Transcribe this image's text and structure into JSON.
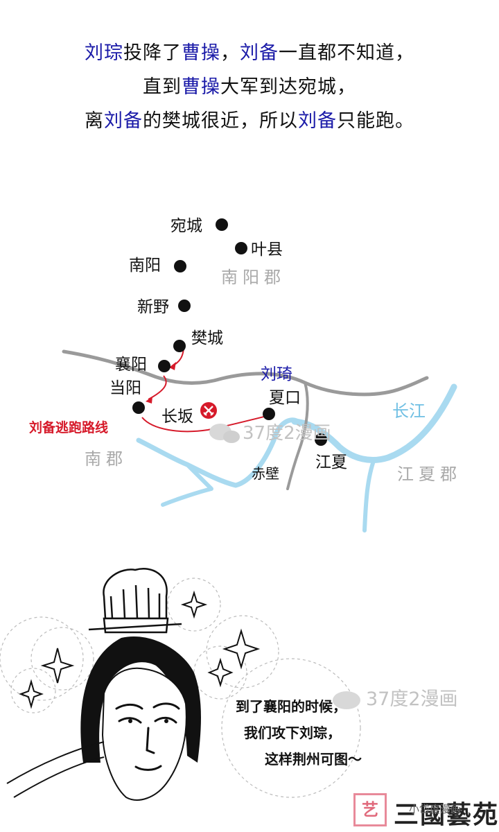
{
  "intro": {
    "line1": [
      {
        "text": "刘琮",
        "hl": true
      },
      {
        "text": "投降了",
        "hl": false
      },
      {
        "text": "曹操",
        "hl": true
      },
      {
        "text": "，",
        "hl": false
      },
      {
        "text": "刘备",
        "hl": true
      },
      {
        "text": "一直都不知道，",
        "hl": false
      }
    ],
    "line2": [
      {
        "text": "直到",
        "hl": false
      },
      {
        "text": "曹操",
        "hl": true
      },
      {
        "text": "大军到达宛城，",
        "hl": false
      }
    ],
    "line3": [
      {
        "text": "离",
        "hl": false
      },
      {
        "text": "刘备",
        "hl": true
      },
      {
        "text": "的樊城很近，所以",
        "hl": false
      },
      {
        "text": "刘备",
        "hl": true
      },
      {
        "text": "只能跑。",
        "hl": false
      }
    ]
  },
  "map": {
    "cities": {
      "wancheng": "宛城",
      "yexian": "叶县",
      "nanyang": "南阳",
      "xinye": "新野",
      "fancheng": "樊城",
      "xiangyang": "襄阳",
      "dangyang": "当阳",
      "changban": "长坂",
      "xiakou": "夏口",
      "jiangxia": "江夏",
      "chibi": "赤壁"
    },
    "regions": {
      "nanyang_jun": "南阳郡",
      "nan_jun": "南郡",
      "jiangxia_jun": "江夏郡"
    },
    "river_label": "长江",
    "ally_label": "刘琦",
    "route_label": "刘备逃跑路线",
    "watermark": "37度2漫画",
    "colors": {
      "river": "#a9daf0",
      "road": "#9a9a9a",
      "route": "#d61a2a",
      "highlight": "#1a1aa8"
    },
    "icons": [
      "city-dot-icon",
      "crossed-swords-icon",
      "wechat-watermark-icon"
    ]
  },
  "speech": {
    "line1": "到了襄阳的时候，",
    "line2": "我们攻下刘琮，",
    "line3": "这样荆州可图～"
  },
  "watermark2": "37度2漫画",
  "brand": {
    "name": "三國藝苑",
    "overlay": "小岱度漫画"
  }
}
